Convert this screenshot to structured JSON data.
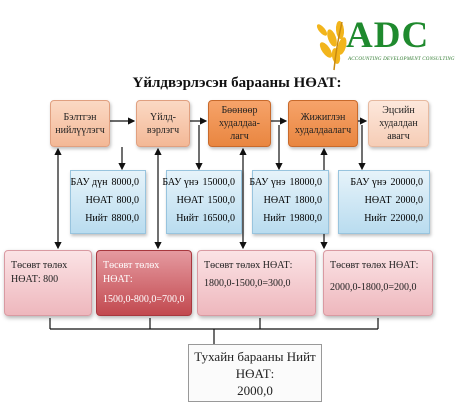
{
  "logo": {
    "brand": "ADC",
    "tagline": "ACCOUNTING DEVELOPMENT CONSULTING"
  },
  "title": "Үйлдвэрлэсэн барааны НӨАТ:",
  "chain": [
    {
      "line1": "Бэлтгэн",
      "line2": "нийлүүлэгч"
    },
    {
      "line1": "Үйлд-",
      "line2": "вэрлэгч"
    },
    {
      "line1": "Бөөнөөр",
      "line2": "худалдаа-",
      "line3": "лагч"
    },
    {
      "line1": "Жижиглэн",
      "line2": "худалдаалагч"
    },
    {
      "line1": "Эцсийн",
      "line2": "худалдан",
      "line3": "авагч"
    }
  ],
  "info_boxes": [
    {
      "rows": [
        {
          "label": "БАУ дүн",
          "value": "8000,0"
        },
        {
          "label": "НӨАТ",
          "value": "800,0"
        },
        {
          "label": "Нийт",
          "value": "8800,0"
        }
      ]
    },
    {
      "rows": [
        {
          "label": "БАУ үнэ",
          "value": "15000,0"
        },
        {
          "label": "НӨАТ",
          "value": "1500,0"
        },
        {
          "label": "Нийт",
          "value": "16500,0"
        }
      ]
    },
    {
      "rows": [
        {
          "label": "БАУ үнэ",
          "value": "18000,0"
        },
        {
          "label": "НӨАТ",
          "value": "1800,0"
        },
        {
          "label": "Нийт",
          "value": "19800,0"
        }
      ]
    },
    {
      "rows": [
        {
          "label": "БАУ үнэ",
          "value": "20000,0"
        },
        {
          "label": "НӨАТ",
          "value": "2000,0"
        },
        {
          "label": "Нийт",
          "value": "22000,0"
        }
      ]
    }
  ],
  "calc_boxes": [
    {
      "line1": "Төсөвт төлөх",
      "line2": "НӨАТ: 800"
    },
    {
      "line1": "Төсөвт төлөх",
      "line2": "НӨАТ:",
      "line3": "1500,0-800,0=700,0"
    },
    {
      "line1": "Төсөвт төлөх НӨАТ:",
      "line2": "1800,0-1500,0=300,0"
    },
    {
      "line1": "Төсөвт төлөх НӨАТ:",
      "line2": "2000,0-1800,0=200,0"
    }
  ],
  "total": {
    "line1": "Тухайн барааны Нийт",
    "line2": "НӨАТ:",
    "line3": "2000,0"
  },
  "colors": {
    "logo_green": "#1f8a2e",
    "logo_gold": "#f2b51c",
    "orange_dark": "#e98640",
    "info_blue": "#b9dcef",
    "calc_red": "#c2494f"
  }
}
